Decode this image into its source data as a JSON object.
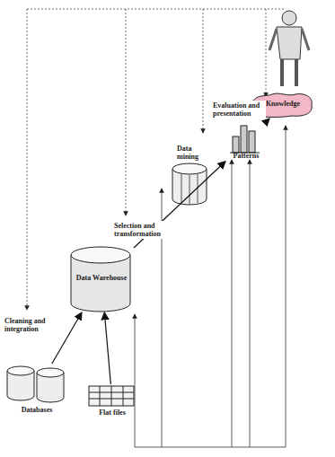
{
  "diagram": {
    "nodes": [
      {
        "text": [
          "Databases"
        ]
      },
      {
        "text": [
          "Flat files"
        ]
      },
      {
        "text": [
          "Data Warehouse"
        ]
      },
      {
        "text": [
          "Patterns"
        ]
      },
      {
        "text": [
          "Knowledge"
        ]
      }
    ],
    "edges": [
      {
        "from": 0,
        "to": 2,
        "arrow": "to"
      },
      {
        "from": 1,
        "to": 2,
        "arrow": "to"
      },
      {
        "from": 2,
        "to": 3,
        "arrow": "to"
      },
      {
        "from": 3,
        "to": 4,
        "arrow": "to"
      }
    ],
    "labels": [
      "Cleaning and integration",
      "Selection and transformation",
      "Data mining",
      "Evaluation and presentation"
    ]
  }
}
